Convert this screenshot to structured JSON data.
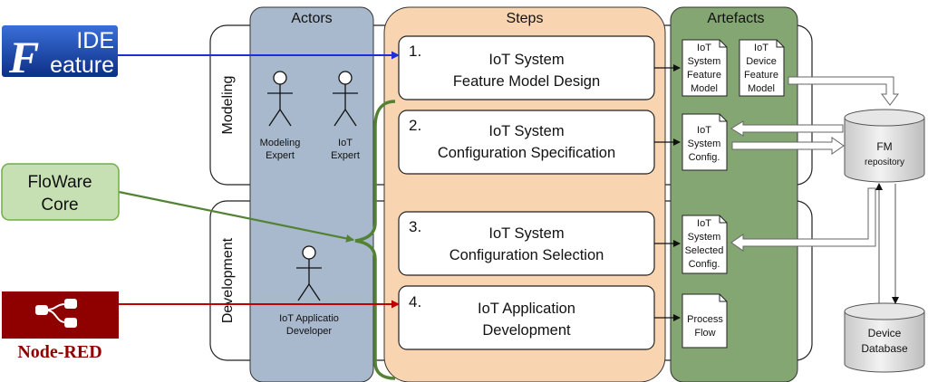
{
  "columns": {
    "actors": "Actors",
    "steps": "Steps",
    "artefacts": "Artefacts"
  },
  "phases": {
    "modeling": "Modeling",
    "development": "Development"
  },
  "actors": [
    {
      "line1": "Modeling",
      "line2": "Expert"
    },
    {
      "line1": "IoT",
      "line2": "Expert"
    },
    {
      "line1": "IoT Applicatio",
      "line2": "Developer"
    }
  ],
  "steps": [
    {
      "num": "1.",
      "line1": "IoT System",
      "line2": "Feature Model Design"
    },
    {
      "num": "2.",
      "line1": "IoT System",
      "line2": "Configuration Specification"
    },
    {
      "num": "3.",
      "line1": "IoT System",
      "line2": "Configuration Selection"
    },
    {
      "num": "4.",
      "line1": "IoT Application",
      "line2": "Development"
    }
  ],
  "artefacts": [
    {
      "lines": [
        "IoT",
        "System",
        "Feature",
        "Model"
      ]
    },
    {
      "lines": [
        "IoT",
        "Device",
        "Feature",
        "Model"
      ]
    },
    {
      "lines": [
        "IoT",
        "System",
        "Config."
      ]
    },
    {
      "lines": [
        "IoT",
        "System",
        "Selected",
        "Config."
      ]
    },
    {
      "lines": [
        "Process",
        "Flow"
      ]
    }
  ],
  "repositories": {
    "fm": {
      "line1": "FM",
      "line2": "repository"
    },
    "device": {
      "line1": "Device",
      "line2": "Database"
    }
  },
  "tools": {
    "feature_ide": {
      "prefix": "IDE",
      "name": "eature"
    },
    "floware": {
      "line1": "FloWare",
      "line2": "Core"
    },
    "nodered": {
      "name": "Node-RED"
    }
  },
  "colors": {
    "actors_bg": "#a9b9cd",
    "steps_bg": "#f8d4b1",
    "artefacts_bg": "#84a672",
    "blue_arrow": "#1f2fd6",
    "green_arrow": "#548235",
    "red_arrow": "#c00000",
    "floware_bg": "#c6e0b4",
    "nodered_bg": "#8f0000"
  }
}
